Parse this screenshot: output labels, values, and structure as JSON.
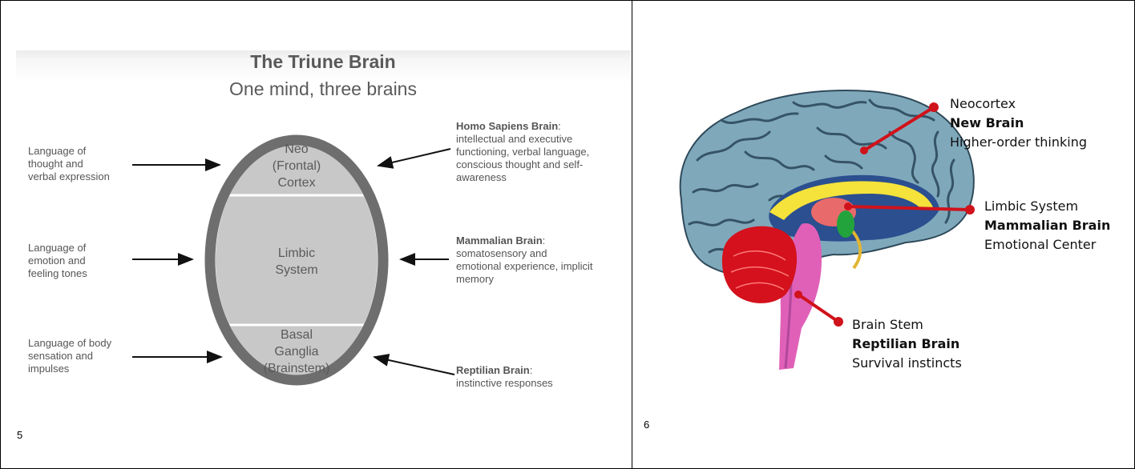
{
  "left": {
    "title": "The Triune Brain",
    "subtitle": "One mind, three brains",
    "panel_number": "5",
    "oval_regions": {
      "top": [
        "Neo",
        "(Frontal)",
        "Cortex"
      ],
      "middle": [
        "Limbic",
        "System"
      ],
      "bottom": [
        "Basal",
        "Ganglia",
        "(Brainstem)"
      ]
    },
    "left_labels": {
      "top": [
        "Language of",
        "thought and",
        "verbal expression"
      ],
      "middle": [
        "Language of",
        "emotion and",
        "feeling tones"
      ],
      "bottom": [
        "Language of body",
        "sensation and",
        "impulses"
      ]
    },
    "right_labels": {
      "top": {
        "bold": "Homo Sapiens Brain",
        "rest": ":",
        "lines": [
          "intellectual and executive",
          "functioning, verbal language,",
          "conscious thought and self-",
          "awareness"
        ]
      },
      "middle": {
        "bold": "Mammalian Brain",
        "rest": ":",
        "lines": [
          "somatosensory and",
          "emotional experience, implicit",
          "memory"
        ]
      },
      "bottom": {
        "bold": "Reptilian Brain",
        "rest": ":",
        "lines": [
          "instinctive responses"
        ]
      }
    }
  },
  "right": {
    "panel_number": "6",
    "labels": {
      "neocortex": {
        "line1": "Neocortex",
        "line2": "New Brain",
        "line3": "Higher-order thinking"
      },
      "limbic": {
        "line1": "Limbic System",
        "line2": "Mammalian Brain",
        "line3": "Emotional Center"
      },
      "stem": {
        "line1": "Brain Stem",
        "line2": "Reptilian Brain",
        "line3": "Survival instincts"
      }
    }
  },
  "colors": {
    "oval_fill": "#c8c8c8",
    "oval_ring": "#6e6e6e",
    "cortex": "#7fa9bb",
    "cortex_dark": "#3d5f73",
    "callout": "#d0121b",
    "cerebellum": "#d4111c",
    "brainstem": "#e060b8",
    "limbic_yellow": "#f5e23a",
    "limbic_green": "#23a33b"
  }
}
